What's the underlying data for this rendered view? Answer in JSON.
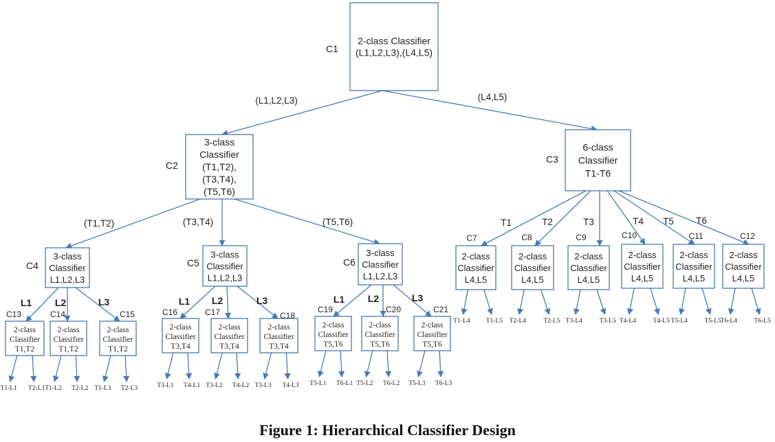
{
  "caption": "Figure 1: Hierarchical Classifier Design",
  "colors": {
    "edge": "#4a7bb7",
    "box_border": "#3a6ea8",
    "text": "#1f1f1f"
  },
  "nodes": {
    "C1": {
      "id": "C1",
      "lines": [
        "2-class Classifier",
        "(L1,L2,L3),(L4,L5)"
      ]
    },
    "C2": {
      "id": "C2",
      "lines": [
        "3-class",
        "Classifier",
        "(T1,T2),",
        "(T3,T4),",
        "(T5,T6)"
      ]
    },
    "C3": {
      "id": "C3",
      "lines": [
        "6-class",
        "Classifier",
        "T1-T6"
      ]
    },
    "C4": {
      "id": "C4",
      "lines": [
        "3-class",
        "Classifier",
        "L1,L2,L3"
      ]
    },
    "C5": {
      "id": "C5",
      "lines": [
        "3-class",
        "Classifier",
        "L1,L2,L3"
      ]
    },
    "C6": {
      "id": "C6",
      "lines": [
        "3-class",
        "Classifier",
        "L1,L2,L3"
      ]
    },
    "C7": {
      "id": "C7",
      "lines": [
        "2-class",
        "Classifier",
        "L4,L5"
      ]
    },
    "C8": {
      "id": "C8",
      "lines": [
        "2-class",
        "Classifier",
        "L4,L5"
      ]
    },
    "C9": {
      "id": "C9",
      "lines": [
        "2-class",
        "Classifier",
        "L4,L5"
      ]
    },
    "C10": {
      "id": "C10",
      "lines": [
        "2-class",
        "Classifier",
        "L4,L5"
      ]
    },
    "C11": {
      "id": "C11",
      "lines": [
        "2-class",
        "Classifier",
        "L4,L5"
      ]
    },
    "C12": {
      "id": "C12",
      "lines": [
        "2-class",
        "Classifier",
        "L4,L5"
      ]
    },
    "C13": {
      "id": "C13",
      "lines": [
        "2-class",
        "Classifier",
        "T1,T2"
      ]
    },
    "C14": {
      "id": "C14",
      "lines": [
        "2-class",
        "Classifier",
        "T1,T2"
      ]
    },
    "C15": {
      "id": "C15",
      "lines": [
        "2-class",
        "Classifier",
        "T1,T2"
      ]
    },
    "C16": {
      "id": "C16",
      "lines": [
        "2-class",
        "Classifier",
        "T3,T4"
      ]
    },
    "C17": {
      "id": "C17",
      "lines": [
        "2-class",
        "Classifier",
        "T3,T4"
      ]
    },
    "C18": {
      "id": "C18",
      "lines": [
        "2-class",
        "Classifier",
        "T3,T4"
      ]
    },
    "C19": {
      "id": "C19",
      "lines": [
        "2-class",
        "Classifier",
        "T5,T6"
      ]
    },
    "C20": {
      "id": "C20",
      "lines": [
        "2-class",
        "Classifier",
        "T5,T6"
      ]
    },
    "C21": {
      "id": "C21",
      "lines": [
        "2-class",
        "Classifier",
        "T5,T6"
      ]
    }
  },
  "edges": [
    {
      "from": "C1",
      "to": "C2",
      "label": "(L1,L2,L3)"
    },
    {
      "from": "C1",
      "to": "C3",
      "label": "(L4,L5)"
    },
    {
      "from": "C2",
      "to": "C4",
      "label": "(T1,T2)"
    },
    {
      "from": "C2",
      "to": "C5",
      "label": "(T3,T4)"
    },
    {
      "from": "C2",
      "to": "C6",
      "label": "(T5,T6)"
    },
    {
      "from": "C3",
      "to": "C7",
      "label": "T1"
    },
    {
      "from": "C3",
      "to": "C8",
      "label": "T2"
    },
    {
      "from": "C3",
      "to": "C9",
      "label": "T3"
    },
    {
      "from": "C3",
      "to": "C10",
      "label": "T4"
    },
    {
      "from": "C3",
      "to": "C11",
      "label": "T5"
    },
    {
      "from": "C3",
      "to": "C12",
      "label": "T6"
    },
    {
      "from": "C4",
      "to": "C13",
      "label": "L1"
    },
    {
      "from": "C4",
      "to": "C14",
      "label": "L2"
    },
    {
      "from": "C4",
      "to": "C15",
      "label": "L3"
    },
    {
      "from": "C5",
      "to": "C16",
      "label": "L1"
    },
    {
      "from": "C5",
      "to": "C17",
      "label": "L2"
    },
    {
      "from": "C5",
      "to": "C18",
      "label": "L3"
    },
    {
      "from": "C6",
      "to": "C19",
      "label": "L1"
    },
    {
      "from": "C6",
      "to": "C20",
      "label": "L2"
    },
    {
      "from": "C6",
      "to": "C21",
      "label": "L3"
    }
  ],
  "leaves": [
    {
      "parent": "C13",
      "labels": [
        "T1-L1",
        "T2-L1"
      ]
    },
    {
      "parent": "C14",
      "labels": [
        "T1-L2",
        "T2-L2"
      ]
    },
    {
      "parent": "C15",
      "labels": [
        "T1-L3",
        "T2-L3"
      ]
    },
    {
      "parent": "C16",
      "labels": [
        "T3-L1",
        "T4-L1"
      ]
    },
    {
      "parent": "C17",
      "labels": [
        "T3-L2",
        "T4-L2"
      ]
    },
    {
      "parent": "C18",
      "labels": [
        "T3-L3",
        "T4-L3"
      ]
    },
    {
      "parent": "C19",
      "labels": [
        "T5-L1",
        "T6-L1"
      ]
    },
    {
      "parent": "C20",
      "labels": [
        "T5-L2",
        "T6-L2"
      ]
    },
    {
      "parent": "C21",
      "labels": [
        "T5-L3",
        "T6-L3"
      ]
    },
    {
      "parent": "C7",
      "labels": [
        "T1-L4",
        "T1-L5"
      ]
    },
    {
      "parent": "C8",
      "labels": [
        "T2-L4",
        "T2-L5"
      ]
    },
    {
      "parent": "C9",
      "labels": [
        "T3-L4",
        "T3-L5"
      ]
    },
    {
      "parent": "C10",
      "labels": [
        "T4-L4",
        "T4-L5"
      ]
    },
    {
      "parent": "C11",
      "labels": [
        "T5-L4",
        "T5-L5"
      ]
    },
    {
      "parent": "C12",
      "labels": [
        "T6-L4",
        "T6-L5"
      ]
    }
  ]
}
